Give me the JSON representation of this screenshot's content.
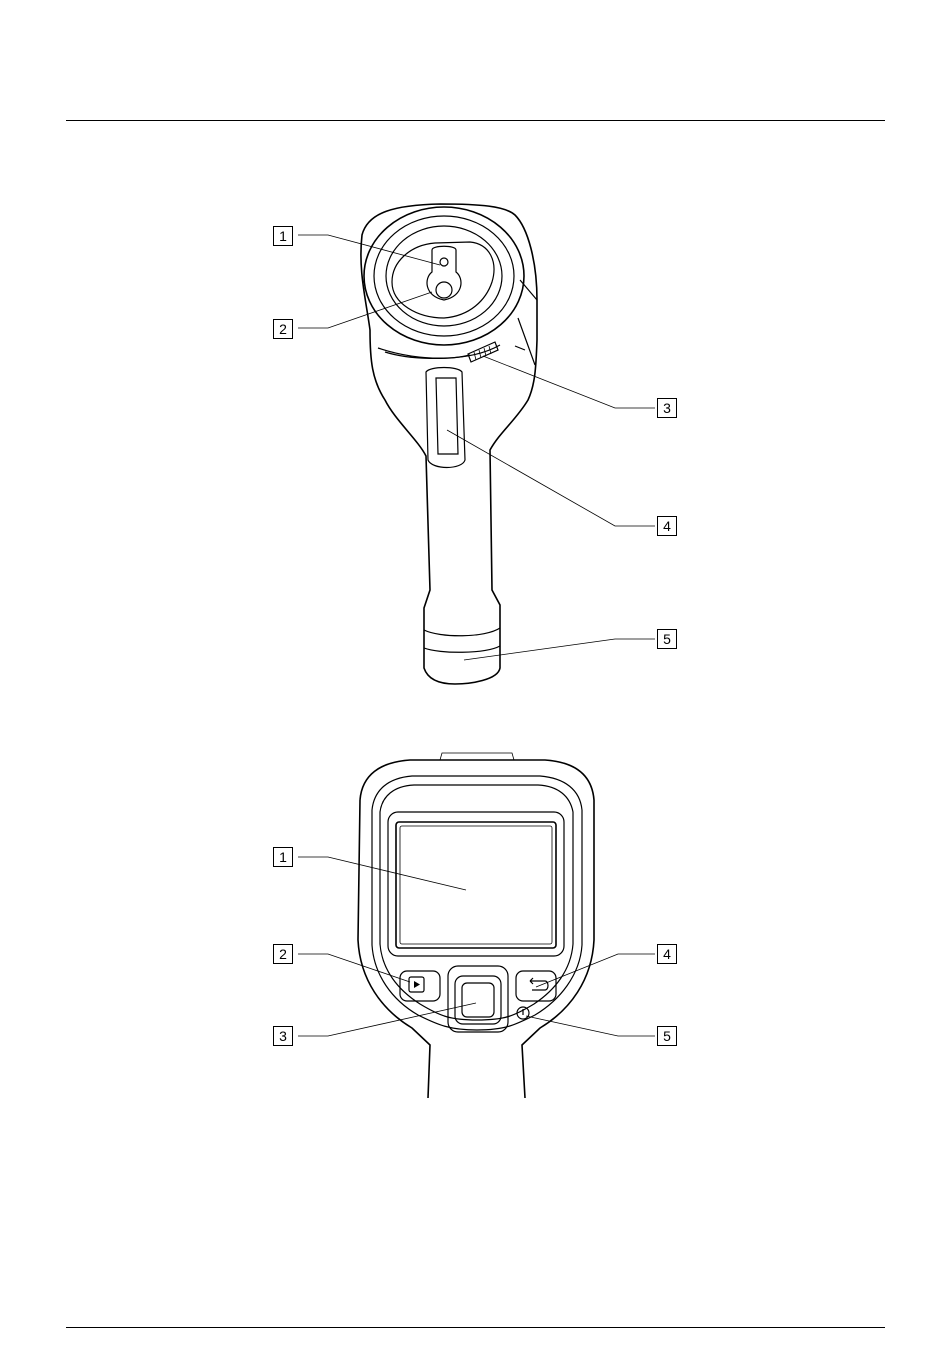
{
  "figures": [
    {
      "name": "camera-front-view",
      "callouts": [
        "1",
        "2",
        "3",
        "4",
        "5"
      ]
    },
    {
      "name": "camera-rear-view",
      "callouts": [
        "1",
        "2",
        "3",
        "4",
        "5"
      ]
    }
  ],
  "icons": [
    "playback-icon",
    "back-arrow-icon",
    "power-icon"
  ],
  "colors": {
    "line": "#000000",
    "background": "#ffffff"
  }
}
